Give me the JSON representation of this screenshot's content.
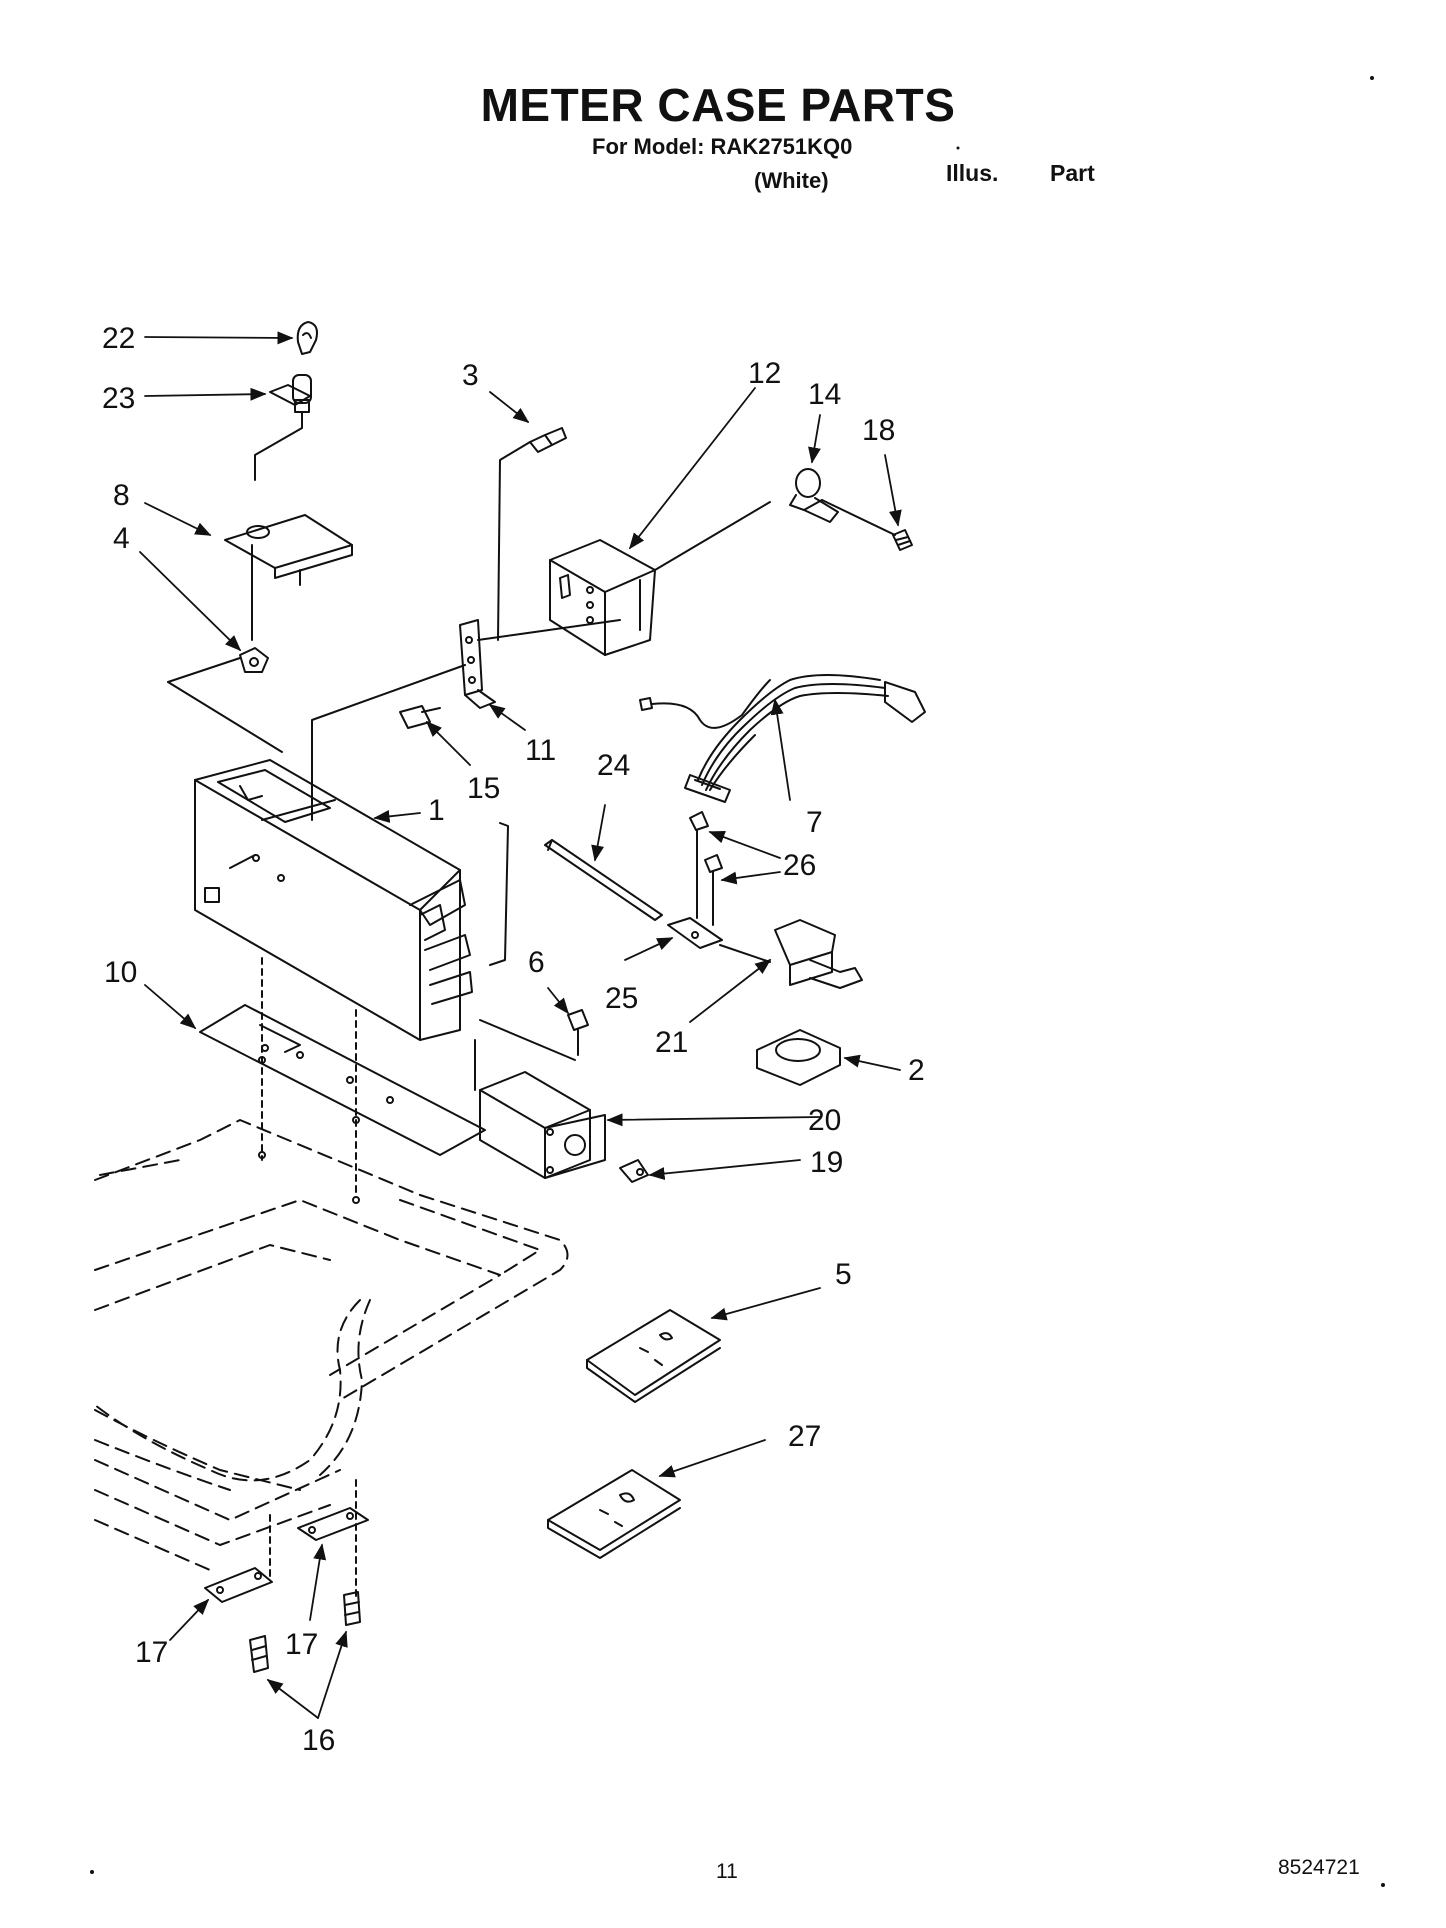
{
  "page": {
    "title": "METER CASE PARTS",
    "subtitle": "For Model: RAK2751KQ0",
    "color": "(White)",
    "illus_header": "Illus.",
    "part_header": "Part",
    "page_number": "11",
    "document_number": "8524721"
  },
  "callouts": {
    "c1": "1",
    "c2": "2",
    "c3": "3",
    "c4": "4",
    "c5": "5",
    "c6": "6",
    "c7": "7",
    "c8": "8",
    "c10": "10",
    "c11": "11",
    "c12": "12",
    "c14": "14",
    "c15": "15",
    "c16": "16",
    "c17a": "17",
    "c17b": "17",
    "c18": "18",
    "c19": "19",
    "c20": "20",
    "c21": "21",
    "c22": "22",
    "c23": "23",
    "c24": "24",
    "c25": "25",
    "c26": "26",
    "c27": "27"
  },
  "colors": {
    "ink": "#111111",
    "paper": "#ffffff"
  }
}
